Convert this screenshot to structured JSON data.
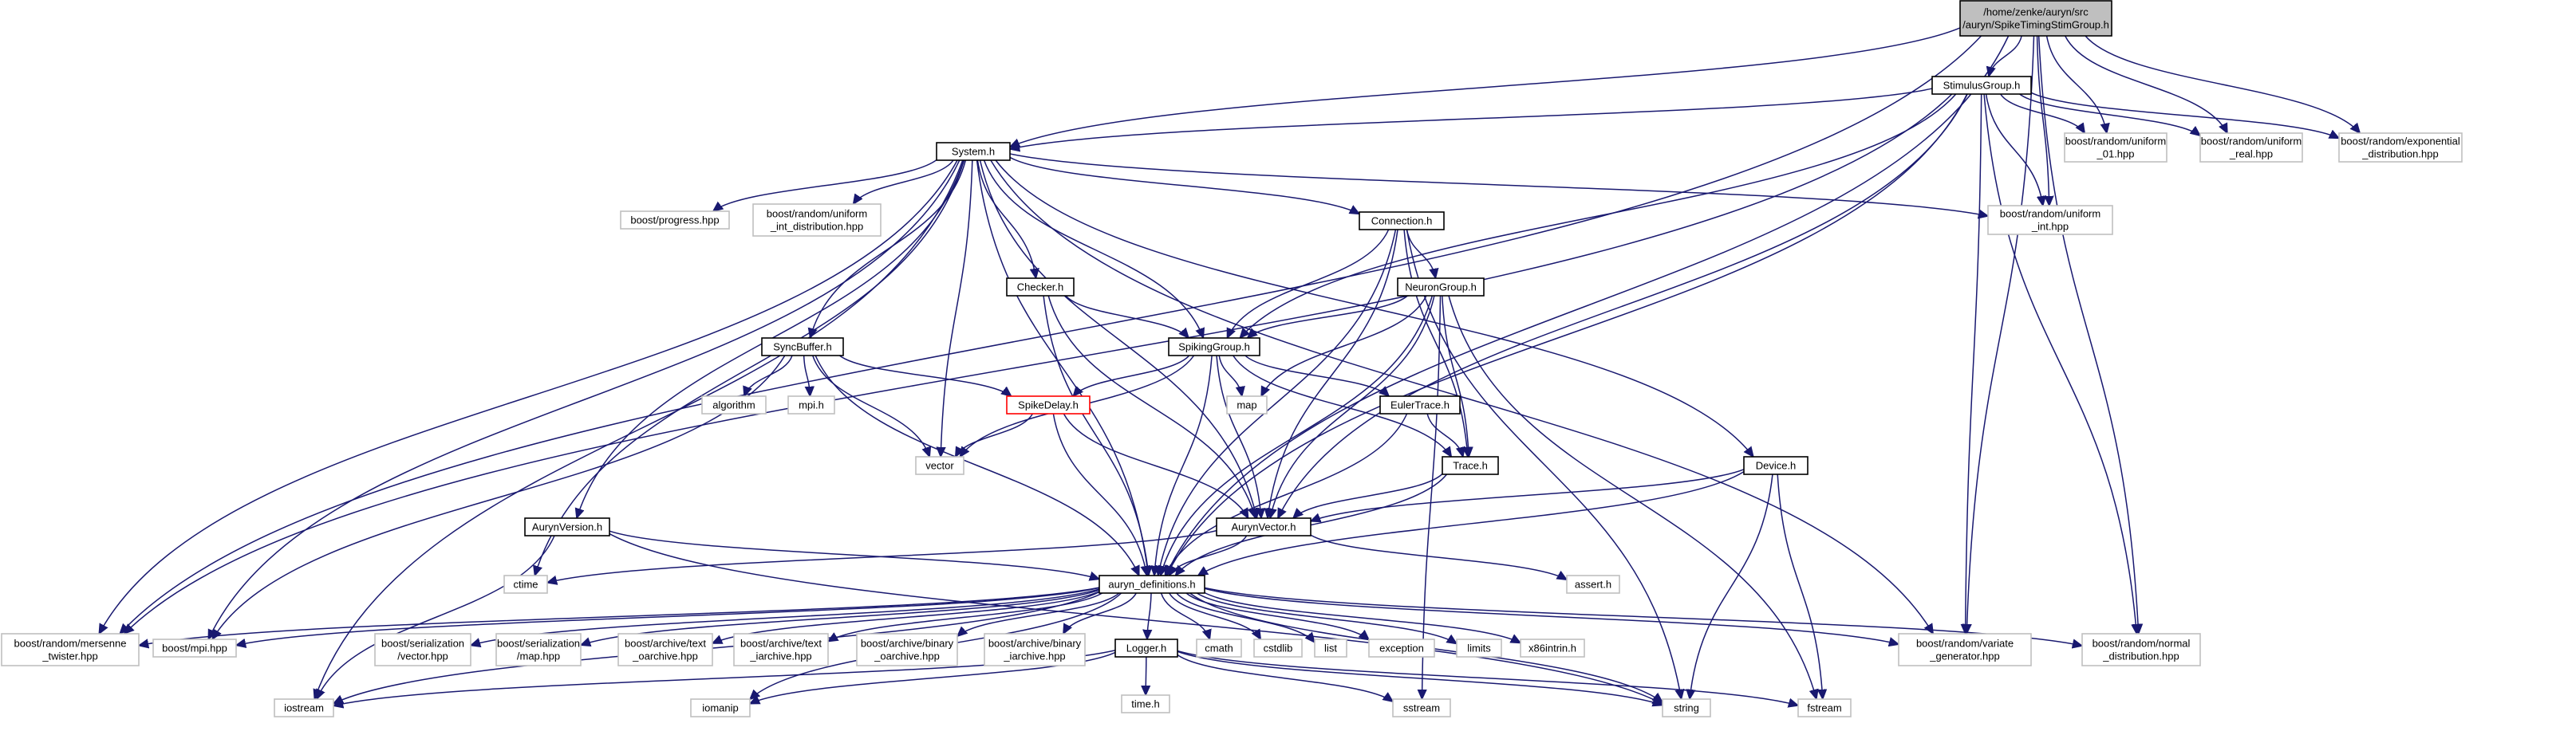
{
  "diagram": {
    "nodes": [
      {
        "id": "root",
        "lines": [
          "/home/zenke/auryn/src",
          "/auryn/SpikeTimingStimGroup.h"
        ],
        "kind": "root"
      },
      {
        "id": "stim",
        "lines": [
          "StimulusGroup.h"
        ],
        "kind": "internal"
      },
      {
        "id": "sys",
        "lines": [
          "System.h"
        ],
        "kind": "internal"
      },
      {
        "id": "bru01",
        "lines": [
          "boost/random/uniform",
          "_01.hpp"
        ],
        "kind": "external"
      },
      {
        "id": "brureal",
        "lines": [
          "boost/random/uniform",
          "_real.hpp"
        ],
        "kind": "external"
      },
      {
        "id": "brexp",
        "lines": [
          "boost/random/exponential",
          "_distribution.hpp"
        ],
        "kind": "external"
      },
      {
        "id": "bruint",
        "lines": [
          "boost/random/uniform",
          "_int.hpp"
        ],
        "kind": "external"
      },
      {
        "id": "bprog",
        "lines": [
          "boost/progress.hpp"
        ],
        "kind": "external"
      },
      {
        "id": "bruintd",
        "lines": [
          "boost/random/uniform",
          "_int_distribution.hpp"
        ],
        "kind": "external"
      },
      {
        "id": "conn",
        "lines": [
          "Connection.h"
        ],
        "kind": "internal"
      },
      {
        "id": "checker",
        "lines": [
          "Checker.h"
        ],
        "kind": "internal"
      },
      {
        "id": "neuron",
        "lines": [
          "NeuronGroup.h"
        ],
        "kind": "internal"
      },
      {
        "id": "syncbuf",
        "lines": [
          "SyncBuffer.h"
        ],
        "kind": "internal"
      },
      {
        "id": "spiking",
        "lines": [
          "SpikingGroup.h"
        ],
        "kind": "internal"
      },
      {
        "id": "algo",
        "lines": [
          "algorithm"
        ],
        "kind": "external"
      },
      {
        "id": "mpih",
        "lines": [
          "mpi.h"
        ],
        "kind": "external"
      },
      {
        "id": "spikedelay",
        "lines": [
          "SpikeDelay.h"
        ],
        "kind": "error"
      },
      {
        "id": "map",
        "lines": [
          "map"
        ],
        "kind": "external"
      },
      {
        "id": "euler",
        "lines": [
          "EulerTrace.h"
        ],
        "kind": "internal"
      },
      {
        "id": "vector",
        "lines": [
          "vector"
        ],
        "kind": "external"
      },
      {
        "id": "trace",
        "lines": [
          "Trace.h"
        ],
        "kind": "internal"
      },
      {
        "id": "device",
        "lines": [
          "Device.h"
        ],
        "kind": "internal"
      },
      {
        "id": "aurynver",
        "lines": [
          "AurynVersion.h"
        ],
        "kind": "internal"
      },
      {
        "id": "aurynvec",
        "lines": [
          "AurynVector.h"
        ],
        "kind": "internal"
      },
      {
        "id": "ctime",
        "lines": [
          "ctime"
        ],
        "kind": "external"
      },
      {
        "id": "assert",
        "lines": [
          "assert.h"
        ],
        "kind": "external"
      },
      {
        "id": "defs",
        "lines": [
          "auryn_definitions.h"
        ],
        "kind": "internal"
      },
      {
        "id": "mersenne",
        "lines": [
          "boost/random/mersenne",
          "_twister.hpp"
        ],
        "kind": "external"
      },
      {
        "id": "bmpi",
        "lines": [
          "boost/mpi.hpp"
        ],
        "kind": "external"
      },
      {
        "id": "bservec",
        "lines": [
          "boost/serialization",
          "/vector.hpp"
        ],
        "kind": "external"
      },
      {
        "id": "bsermap",
        "lines": [
          "boost/serialization",
          "/map.hpp"
        ],
        "kind": "external"
      },
      {
        "id": "btextoa",
        "lines": [
          "boost/archive/text",
          "_oarchive.hpp"
        ],
        "kind": "external"
      },
      {
        "id": "btextia",
        "lines": [
          "boost/archive/text",
          "_iarchive.hpp"
        ],
        "kind": "external"
      },
      {
        "id": "bbinoa",
        "lines": [
          "boost/archive/binary",
          "_oarchive.hpp"
        ],
        "kind": "external"
      },
      {
        "id": "bbinia",
        "lines": [
          "boost/archive/binary",
          "_iarchive.hpp"
        ],
        "kind": "external"
      },
      {
        "id": "logger",
        "lines": [
          "Logger.h"
        ],
        "kind": "internal"
      },
      {
        "id": "cmath",
        "lines": [
          "cmath"
        ],
        "kind": "external"
      },
      {
        "id": "cstdlib",
        "lines": [
          "cstdlib"
        ],
        "kind": "external"
      },
      {
        "id": "list",
        "lines": [
          "list"
        ],
        "kind": "external"
      },
      {
        "id": "exception",
        "lines": [
          "exception"
        ],
        "kind": "external"
      },
      {
        "id": "limits",
        "lines": [
          "limits"
        ],
        "kind": "external"
      },
      {
        "id": "x86",
        "lines": [
          "x86intrin.h"
        ],
        "kind": "external"
      },
      {
        "id": "bvargen",
        "lines": [
          "boost/random/variate",
          "_generator.hpp"
        ],
        "kind": "external"
      },
      {
        "id": "bnormal",
        "lines": [
          "boost/random/normal",
          "_distribution.hpp"
        ],
        "kind": "external"
      },
      {
        "id": "iostream",
        "lines": [
          "iostream"
        ],
        "kind": "external"
      },
      {
        "id": "iomanip",
        "lines": [
          "iomanip"
        ],
        "kind": "external"
      },
      {
        "id": "timeh",
        "lines": [
          "time.h"
        ],
        "kind": "external"
      },
      {
        "id": "sstream",
        "lines": [
          "sstream"
        ],
        "kind": "external"
      },
      {
        "id": "string",
        "lines": [
          "string"
        ],
        "kind": "external"
      },
      {
        "id": "fstream",
        "lines": [
          "fstream"
        ],
        "kind": "external"
      }
    ],
    "edges": [
      [
        "root",
        "stim"
      ],
      [
        "root",
        "sys"
      ],
      [
        "root",
        "bru01"
      ],
      [
        "root",
        "brureal"
      ],
      [
        "root",
        "brexp"
      ],
      [
        "root",
        "bruint"
      ],
      [
        "root",
        "mersenne"
      ],
      [
        "root",
        "defs"
      ],
      [
        "root",
        "bvargen"
      ],
      [
        "root",
        "bnormal"
      ],
      [
        "stim",
        "sys"
      ],
      [
        "stim",
        "bru01"
      ],
      [
        "stim",
        "brureal"
      ],
      [
        "stim",
        "brexp"
      ],
      [
        "stim",
        "bruint"
      ],
      [
        "stim",
        "spiking"
      ],
      [
        "stim",
        "aurynvec"
      ],
      [
        "stim",
        "defs"
      ],
      [
        "stim",
        "bvargen"
      ],
      [
        "stim",
        "bnormal"
      ],
      [
        "stim",
        "mersenne"
      ],
      [
        "sys",
        "bprog"
      ],
      [
        "sys",
        "bruintd"
      ],
      [
        "sys",
        "bruint"
      ],
      [
        "sys",
        "conn"
      ],
      [
        "sys",
        "checker"
      ],
      [
        "sys",
        "syncbuf"
      ],
      [
        "sys",
        "spiking"
      ],
      [
        "sys",
        "aurynver"
      ],
      [
        "sys",
        "device"
      ],
      [
        "sys",
        "aurynvec"
      ],
      [
        "sys",
        "defs"
      ],
      [
        "sys",
        "ctime"
      ],
      [
        "sys",
        "vector"
      ],
      [
        "sys",
        "bmpi"
      ],
      [
        "sys",
        "mersenne"
      ],
      [
        "sys",
        "iostream"
      ],
      [
        "sys",
        "bvargen"
      ],
      [
        "conn",
        "spiking"
      ],
      [
        "conn",
        "neuron"
      ],
      [
        "conn",
        "aurynvec"
      ],
      [
        "conn",
        "trace"
      ],
      [
        "conn",
        "defs"
      ],
      [
        "conn",
        "string"
      ],
      [
        "checker",
        "spiking"
      ],
      [
        "checker",
        "aurynvec"
      ],
      [
        "checker",
        "defs"
      ],
      [
        "neuron",
        "spiking"
      ],
      [
        "neuron",
        "map"
      ],
      [
        "neuron",
        "aurynvec"
      ],
      [
        "neuron",
        "trace"
      ],
      [
        "neuron",
        "defs"
      ],
      [
        "neuron",
        "fstream"
      ],
      [
        "neuron",
        "sstream"
      ],
      [
        "syncbuf",
        "algo"
      ],
      [
        "syncbuf",
        "mpih"
      ],
      [
        "syncbuf",
        "spikedelay"
      ],
      [
        "syncbuf",
        "vector"
      ],
      [
        "syncbuf",
        "defs"
      ],
      [
        "syncbuf",
        "bmpi"
      ],
      [
        "spiking",
        "spikedelay"
      ],
      [
        "spiking",
        "map"
      ],
      [
        "spiking",
        "euler"
      ],
      [
        "spiking",
        "vector"
      ],
      [
        "spiking",
        "aurynvec"
      ],
      [
        "spiking",
        "trace"
      ],
      [
        "spiking",
        "defs"
      ],
      [
        "spikedelay",
        "vector"
      ],
      [
        "spikedelay",
        "aurynvec"
      ],
      [
        "spikedelay",
        "defs"
      ],
      [
        "euler",
        "trace"
      ],
      [
        "euler",
        "defs"
      ],
      [
        "trace",
        "aurynvec"
      ],
      [
        "trace",
        "defs"
      ],
      [
        "device",
        "aurynvec"
      ],
      [
        "device",
        "defs"
      ],
      [
        "device",
        "string"
      ],
      [
        "device",
        "fstream"
      ],
      [
        "aurynver",
        "defs"
      ],
      [
        "aurynver",
        "string"
      ],
      [
        "aurynver",
        "iostream"
      ],
      [
        "aurynvec",
        "defs"
      ],
      [
        "aurynvec",
        "ctime"
      ],
      [
        "aurynvec",
        "assert"
      ],
      [
        "defs",
        "mersenne"
      ],
      [
        "defs",
        "bmpi"
      ],
      [
        "defs",
        "bservec"
      ],
      [
        "defs",
        "bsermap"
      ],
      [
        "defs",
        "btextoa"
      ],
      [
        "defs",
        "btextia"
      ],
      [
        "defs",
        "bbinoa"
      ],
      [
        "defs",
        "bbinia"
      ],
      [
        "defs",
        "logger"
      ],
      [
        "defs",
        "cmath"
      ],
      [
        "defs",
        "cstdlib"
      ],
      [
        "defs",
        "list"
      ],
      [
        "defs",
        "exception"
      ],
      [
        "defs",
        "limits"
      ],
      [
        "defs",
        "x86"
      ],
      [
        "defs",
        "bvargen"
      ],
      [
        "defs",
        "bnormal"
      ],
      [
        "defs",
        "iostream"
      ],
      [
        "defs",
        "iomanip"
      ],
      [
        "defs",
        "string"
      ],
      [
        "logger",
        "iostream"
      ],
      [
        "logger",
        "iomanip"
      ],
      [
        "logger",
        "timeh"
      ],
      [
        "logger",
        "sstream"
      ],
      [
        "logger",
        "string"
      ],
      [
        "logger",
        "fstream"
      ]
    ]
  }
}
